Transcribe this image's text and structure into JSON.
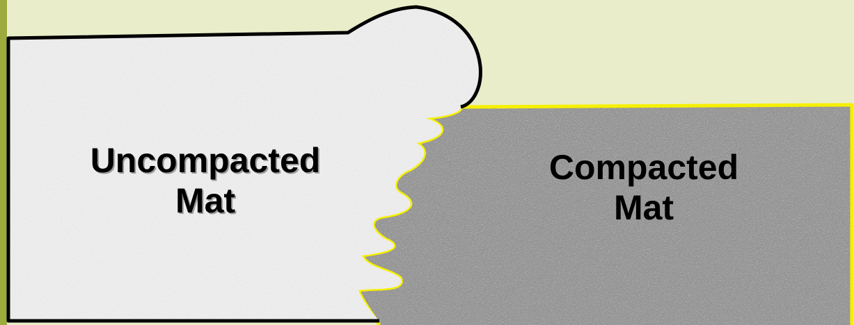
{
  "colors": {
    "background": "#e9edca",
    "left_accent_bar": "#9cab3c",
    "uncompacted_fill": "#e2e2e2",
    "uncompacted_outline": "#000000",
    "compacted_fill": "#9a9a9a",
    "compacted_outline": "#f6f000"
  },
  "uncompacted_mat": {
    "line1": "Uncompacted",
    "line2": "Mat"
  },
  "compacted_mat": {
    "line1": "Compacted",
    "line2": "Mat"
  }
}
